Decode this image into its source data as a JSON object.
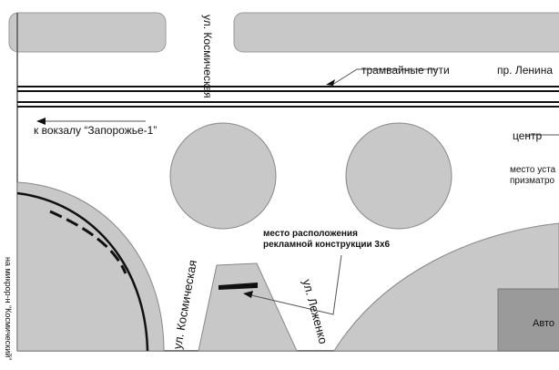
{
  "streets": {
    "kosmicheskaya_top": "ул. Космическая",
    "kosmicheskaya_bottom": "ул. Космическая",
    "lenina": "пр. Ленина",
    "lezhenko": "ул. Леженко"
  },
  "labels": {
    "tram": "трамвайные пути",
    "station": "к вокзалу “Запорожье-1”",
    "center": "центр",
    "prism_line1": "место уста",
    "prism_line2": "призматро",
    "billboard_line1": "место расположения",
    "billboard_line2": "рекламной конструкции 3х6",
    "district": "на микрор-н “Космический”",
    "auto": "Авто"
  },
  "colors": {
    "block": "#c8c8c8",
    "dark_block": "#9a9a9a",
    "line": "#111111"
  }
}
